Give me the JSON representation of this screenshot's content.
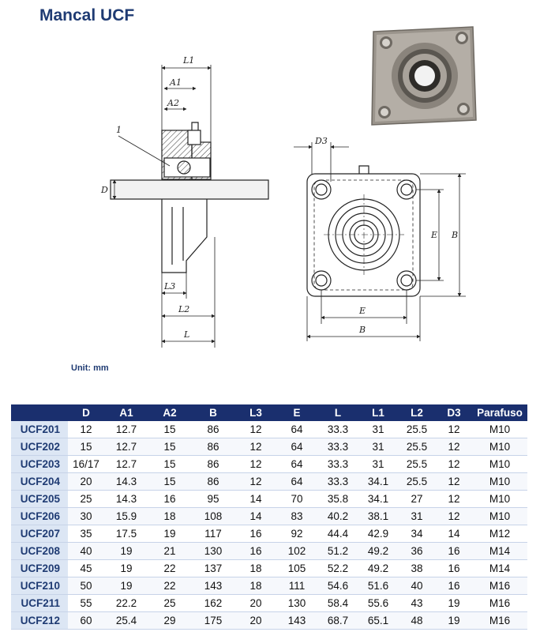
{
  "title": "Mancal UCF",
  "unit_label": "Unit: mm",
  "drawing_labels": {
    "L1": "L1",
    "A1": "A1",
    "A2": "A2",
    "part": "1",
    "D": "D",
    "L3": "L3",
    "L2": "L2",
    "L": "L",
    "D3": "D3",
    "E": "E",
    "B": "B"
  },
  "table": {
    "headers": [
      "",
      "D",
      "A1",
      "A2",
      "B",
      "L3",
      "E",
      "L",
      "L1",
      "L2",
      "D3",
      "Parafuso"
    ],
    "rows": [
      [
        "UCF201",
        "12",
        "12.7",
        "15",
        "86",
        "12",
        "64",
        "33.3",
        "31",
        "25.5",
        "12",
        "M10"
      ],
      [
        "UCF202",
        "15",
        "12.7",
        "15",
        "86",
        "12",
        "64",
        "33.3",
        "31",
        "25.5",
        "12",
        "M10"
      ],
      [
        "UCF203",
        "16/17",
        "12.7",
        "15",
        "86",
        "12",
        "64",
        "33.3",
        "31",
        "25.5",
        "12",
        "M10"
      ],
      [
        "UCF204",
        "20",
        "14.3",
        "15",
        "86",
        "12",
        "64",
        "33.3",
        "34.1",
        "25.5",
        "12",
        "M10"
      ],
      [
        "UCF205",
        "25",
        "14.3",
        "16",
        "95",
        "14",
        "70",
        "35.8",
        "34.1",
        "27",
        "12",
        "M10"
      ],
      [
        "UCF206",
        "30",
        "15.9",
        "18",
        "108",
        "14",
        "83",
        "40.2",
        "38.1",
        "31",
        "12",
        "M10"
      ],
      [
        "UCF207",
        "35",
        "17.5",
        "19",
        "117",
        "16",
        "92",
        "44.4",
        "42.9",
        "34",
        "14",
        "M12"
      ],
      [
        "UCF208",
        "40",
        "19",
        "21",
        "130",
        "16",
        "102",
        "51.2",
        "49.2",
        "36",
        "16",
        "M14"
      ],
      [
        "UCF209",
        "45",
        "19",
        "22",
        "137",
        "18",
        "105",
        "52.2",
        "49.2",
        "38",
        "16",
        "M14"
      ],
      [
        "UCF210",
        "50",
        "19",
        "22",
        "143",
        "18",
        "111",
        "54.6",
        "51.6",
        "40",
        "16",
        "M16"
      ],
      [
        "UCF211",
        "55",
        "22.2",
        "25",
        "162",
        "20",
        "130",
        "58.4",
        "55.6",
        "43",
        "19",
        "M16"
      ],
      [
        "UCF212",
        "60",
        "25.4",
        "29",
        "175",
        "20",
        "143",
        "68.7",
        "65.1",
        "48",
        "19",
        "M16"
      ]
    ]
  }
}
